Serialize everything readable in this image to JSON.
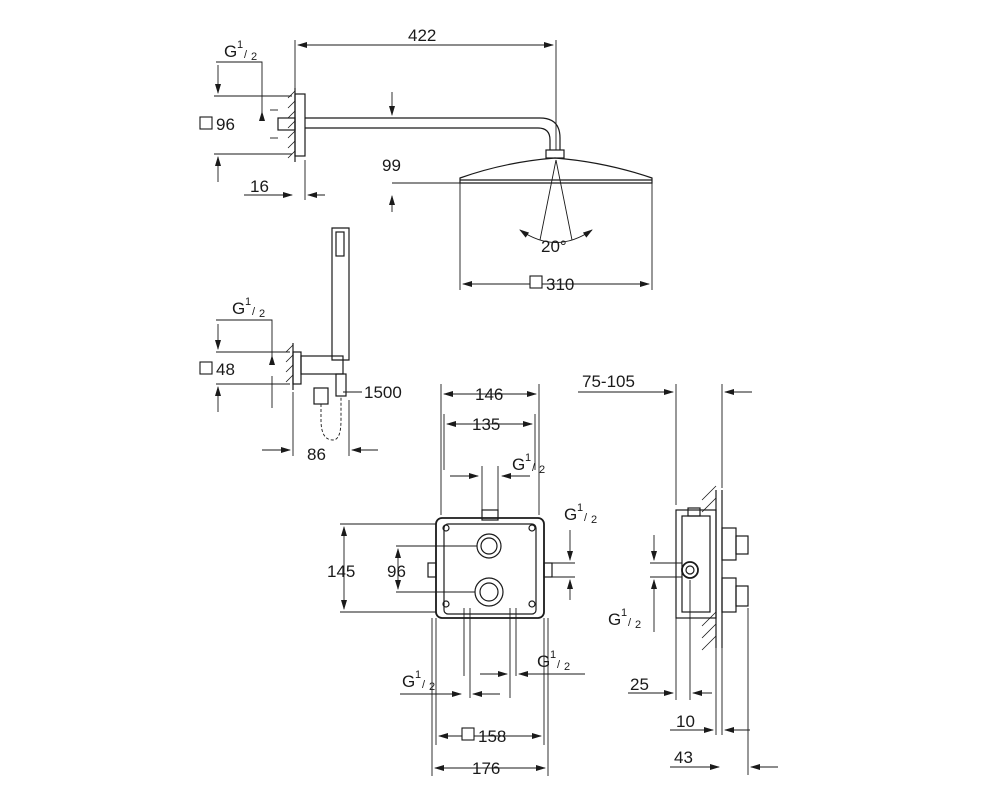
{
  "labels": {
    "arm_length": "422",
    "wall_flange_thread": "G",
    "wall_flange_size": "96",
    "wall_flange_depth": "16",
    "head_height": "99",
    "spray_angle": "20°",
    "head_size": "310",
    "hose_thread": "G",
    "hose_flange_size": "48",
    "hose_length": "1500",
    "hose_depth": "86",
    "box_width_outer": "146",
    "box_width_inner": "135",
    "top_outlet_thread": "G",
    "right_outlet_thread": "G",
    "box_height": "145",
    "spindle_spacing": "96",
    "bottom_right_thread": "G",
    "bottom_left_thread": "G",
    "plate_size": "158",
    "overall_width": "176",
    "install_depth": "75-105",
    "side_thread": "G",
    "depth_25": "25",
    "depth_10": "10",
    "depth_43": "43"
  },
  "fraction": {
    "num": "1",
    "den": "2"
  }
}
